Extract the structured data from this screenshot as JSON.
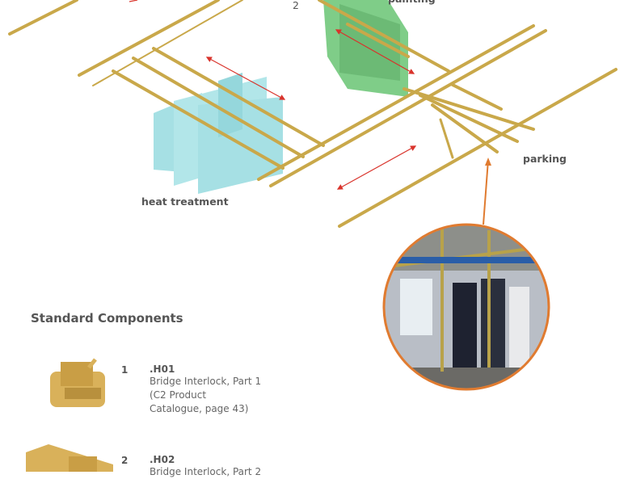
{
  "diagram": {
    "labels": {
      "painting": "painting",
      "heat_treatment": "heat treatment",
      "parking": "parking",
      "top_number": "2"
    },
    "colors": {
      "rail": "#c9a84a",
      "heat_treatment": "#5ec8cf",
      "painting": "#3db54a",
      "arrow": "#d9332b",
      "photo_border": "#e07b30"
    }
  },
  "components": {
    "title": "Standard Components",
    "items": [
      {
        "number": "1",
        "code": ".H01",
        "desc": [
          "Bridge Interlock, Part 1",
          "(C2 Product",
          "Catalogue, page 43)"
        ]
      },
      {
        "number": "2",
        "code": ".H02",
        "desc": [
          "Bridge Interlock, Part 2"
        ]
      }
    ]
  }
}
